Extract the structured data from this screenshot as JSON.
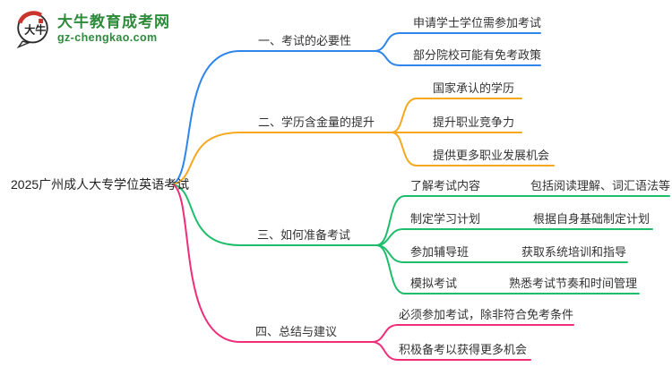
{
  "brand": {
    "logo_text": "大牛",
    "title": "大牛教育成考网",
    "domain": "gz-chengkao.com",
    "green": "#2e8b3c",
    "red": "#c9342c"
  },
  "root": {
    "label": "2025广州成人大专学位英语考试"
  },
  "branches": [
    {
      "label": "一、考试的必要性",
      "color": "#2e86ec",
      "children": [
        {
          "label": "申请学士学位需参加考试"
        },
        {
          "label": "部分院校可能有免考政策"
        }
      ]
    },
    {
      "label": "二、学历含金量的提升",
      "color": "#f5a81d",
      "children": [
        {
          "label": "国家承认的学历"
        },
        {
          "label": "提升职业竞争力"
        },
        {
          "label": "提供更多职业发展机会"
        }
      ]
    },
    {
      "label": "三、如何准备考试",
      "color": "#1dbe69",
      "children": [
        {
          "label": "了解考试内容",
          "note": "包括阅读理解、词汇语法等"
        },
        {
          "label": "制定学习计划",
          "note": "根据自身基础制定计划"
        },
        {
          "label": "参加辅导班",
          "note": "获取系统培训和指导"
        },
        {
          "label": "模拟考试",
          "note": "熟悉考试节奏和时间管理"
        }
      ]
    },
    {
      "label": "四、总结与建议",
      "color": "#ef2d78",
      "children": [
        {
          "label": "必须参加考试，除非符合免考条件"
        },
        {
          "label": "积极备考以获得更多机会"
        }
      ]
    }
  ]
}
